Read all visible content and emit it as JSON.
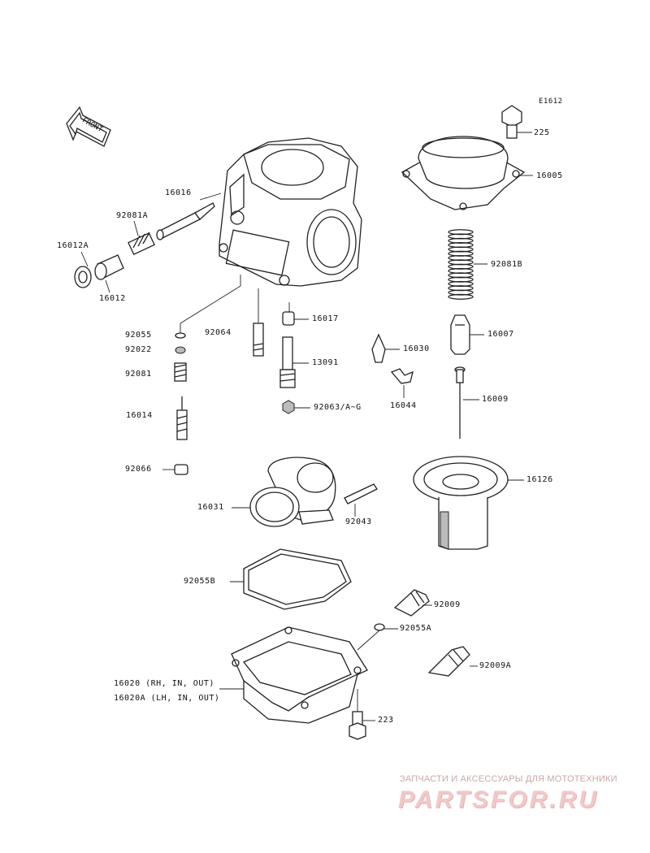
{
  "diagram": {
    "code": "E1612",
    "front_label": "FRONT",
    "parts": [
      {
        "number": "225"
      },
      {
        "number": "16005"
      },
      {
        "number": "16016"
      },
      {
        "number": "92081A"
      },
      {
        "number": "16012A"
      },
      {
        "number": "16012"
      },
      {
        "number": "92081B"
      },
      {
        "number": "92055"
      },
      {
        "number": "92064"
      },
      {
        "number": "16017"
      },
      {
        "number": "16007"
      },
      {
        "number": "92022"
      },
      {
        "number": "13091"
      },
      {
        "number": "16030"
      },
      {
        "number": "92081"
      },
      {
        "number": "16044"
      },
      {
        "number": "16009"
      },
      {
        "number": "92063/A~G"
      },
      {
        "number": "16014"
      },
      {
        "number": "92066"
      },
      {
        "number": "16126"
      },
      {
        "number": "16031"
      },
      {
        "number": "92043"
      },
      {
        "number": "92055B"
      },
      {
        "number": "92009"
      },
      {
        "number": "92055A"
      },
      {
        "number": "92009A"
      },
      {
        "number": "16020 (RH, IN, OUT)"
      },
      {
        "number": "16020A (LH, IN, OUT)"
      },
      {
        "number": "223"
      }
    ]
  },
  "watermark": {
    "tagline": "ЗАПЧАСТИ И АКСЕССУАРЫ ДЛЯ МОТОТЕХНИКИ",
    "logo": "PARTSFOR.RU"
  }
}
